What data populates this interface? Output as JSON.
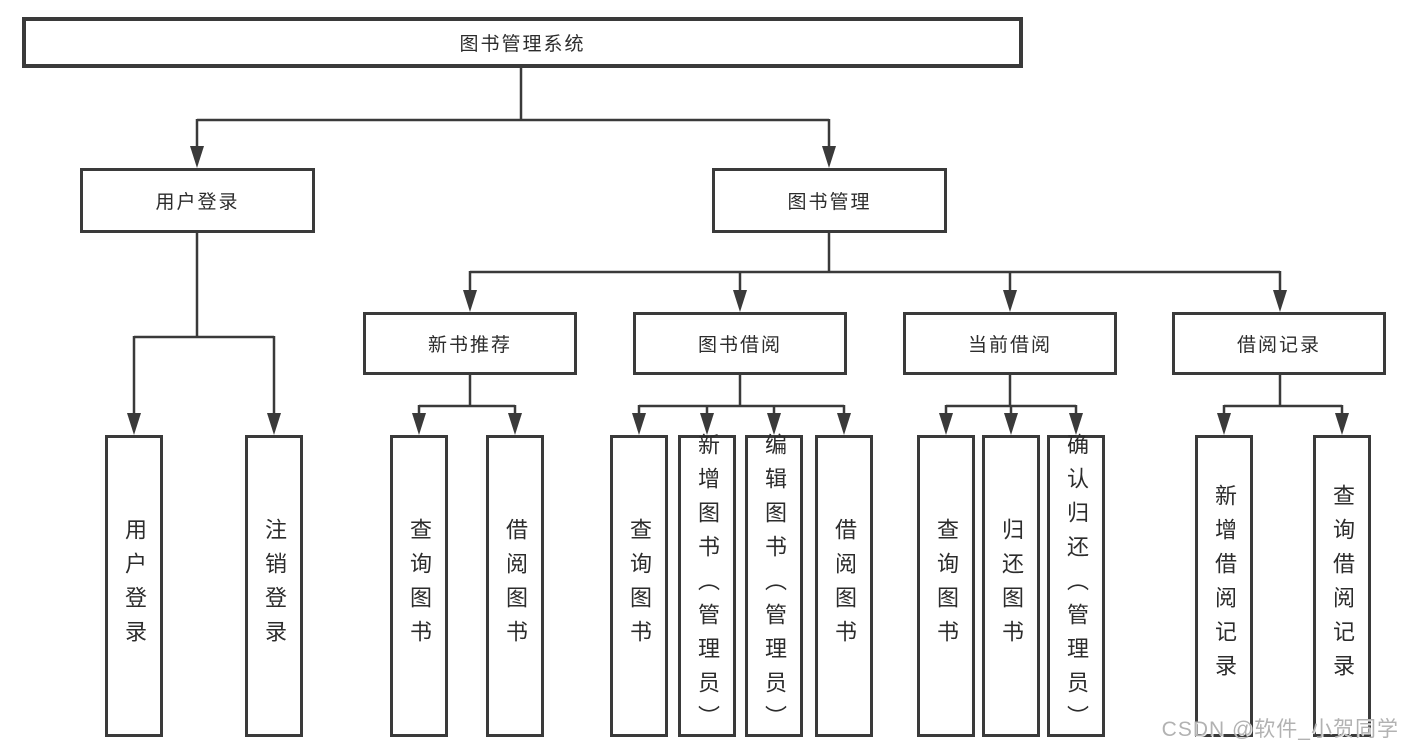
{
  "diagram": {
    "title": "图书管理系统",
    "line_color": "#3a3a3a",
    "text_color": "#2c2c2c",
    "watermark": {
      "text": "CSDN @软件_小贺同学",
      "color": "#b2b2b2"
    },
    "nodes": {
      "root": "图书管理系统",
      "user_login": "用户登录",
      "book_mgmt": "图书管理",
      "new_book_rec": "新书推荐",
      "book_borrow": "图书借阅",
      "current_borrow": "当前借阅",
      "borrow_records": "借阅记录",
      "user_login_leaves": [
        "用户登录",
        "注销登录"
      ],
      "new_book_rec_leaves": [
        "查询图书",
        "借阅图书"
      ],
      "book_borrow_leaves": [
        "查询图书",
        "新增图书（管理员）",
        "编辑图书（管理员）",
        "借阅图书"
      ],
      "current_borrow_leaves": [
        "查询图书",
        "归还图书",
        "确认归还（管理员）"
      ],
      "borrow_records_leaves": [
        "新增借阅记录",
        "查询借阅记录"
      ]
    },
    "hierarchy": {
      "图书管理系统": {
        "用户登录": [
          "用户登录",
          "注销登录"
        ],
        "图书管理": {
          "新书推荐": [
            "查询图书",
            "借阅图书"
          ],
          "图书借阅": [
            "查询图书",
            "新增图书（管理员）",
            "编辑图书（管理员）",
            "借阅图书"
          ],
          "当前借阅": [
            "查询图书",
            "归还图书",
            "确认归还（管理员）"
          ],
          "借阅记录": [
            "新增借阅记录",
            "查询借阅记录"
          ]
        }
      }
    }
  }
}
